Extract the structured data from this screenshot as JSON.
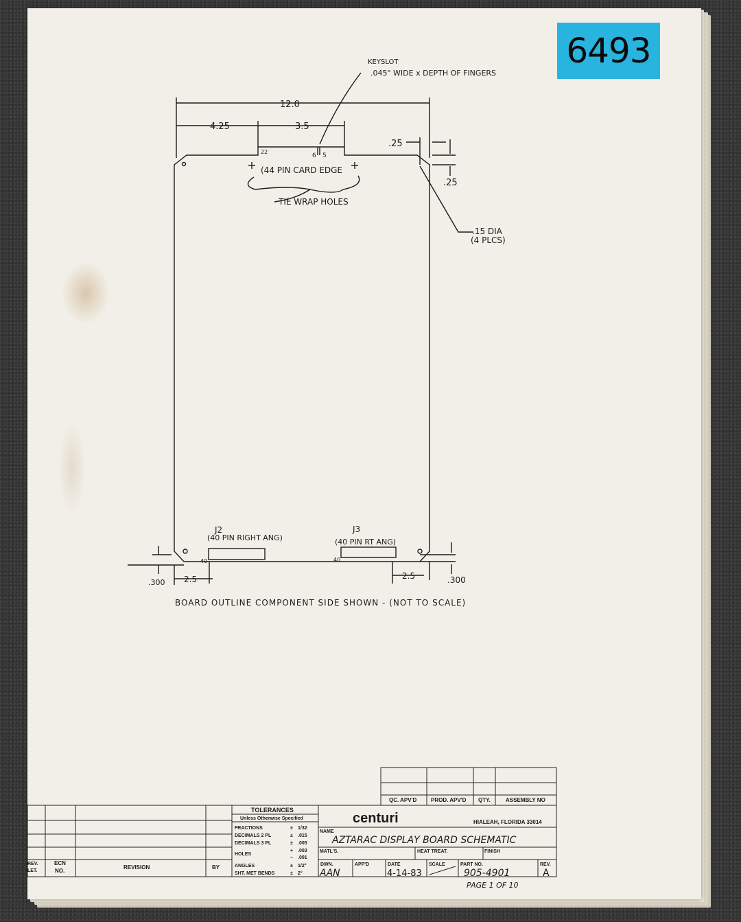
{
  "sticker": {
    "number": "6493"
  },
  "drawing": {
    "keyslot_line1": "KEYSLOT",
    "keyslot_line2": ".045\" WIDE x DEPTH OF FINGERS",
    "dim_overall": "12.0",
    "dim_left": "4.25",
    "dim_slot": "3.5",
    "dim_corner_h": ".25",
    "dim_corner_v": ".25",
    "pin_22": "22",
    "pin_6": "6",
    "pin_5": "5",
    "card_edge": "(44 PIN CARD EDGE",
    "tie_wrap": "TIE WRAP HOLES",
    "hole_dia_1": ".15 DIA",
    "hole_dia_2": "(4 PLCS)",
    "j2_name": "J2",
    "j2_desc": "(40 PIN RIGHT ANG)",
    "j3_name": "J3",
    "j3_desc": "(40 PIN RT ANG)",
    "pin_40_left": "40",
    "pin_40_right": "40",
    "dim_bottom_left_v": ".300",
    "dim_bottom_left_h": "2.5",
    "dim_bottom_right_h": "2.5",
    "dim_bottom_right_v": ".300",
    "caption": "BOARD OUTLINE COMPONENT SIDE SHOWN - (NOT TO SCALE)"
  },
  "title_block": {
    "qc_apvd": "QC. APV'D",
    "prod_apvd": "PROD. APV'D",
    "qty": "QTY.",
    "assembly_no": "ASSEMBLY NO",
    "tolerances": "TOLERANCES",
    "unless": "Unless Otherwise Specified",
    "tol_rows": [
      {
        "label": "FRACTIONS",
        "sign": "±",
        "value": "1/32"
      },
      {
        "label": "DECIMALS 2 PL",
        "sign": "±",
        "value": ".015"
      },
      {
        "label": "DECIMALS 3 PL",
        "sign": "±",
        "value": ".005"
      },
      {
        "label": "HOLES",
        "sign": "+",
        "value": ".003"
      },
      {
        "label": "",
        "sign": "–",
        "value": ".001"
      },
      {
        "label": "ANGLES",
        "sign": "±",
        "value": "1/2°"
      },
      {
        "label": "SHT. MET BENDS",
        "sign": "±",
        "value": "2°"
      }
    ],
    "company": "centuri",
    "location": "HIALEAH, FLORIDA 33014",
    "name_label": "NAME",
    "name_value": "AZTARAC DISPLAY BOARD SCHEMATIC",
    "matls": "MATL'S.",
    "heat_treat": "HEAT TREAT.",
    "finish": "FINISH",
    "dwn_label": "DWN.",
    "dwn_value": "AAN",
    "appd_label": "APP'D",
    "date_label": "DATE",
    "date_value": "4-14-83",
    "scale_label": "SCALE",
    "part_no_label": "PART NO.",
    "part_no_value": "905-4901",
    "rev_label": "REV.",
    "rev_value": "A",
    "page": "PAGE 1 OF 10",
    "rev_ltr": [
      "REV.",
      "LET."
    ],
    "ecn": [
      "ECN",
      "NO."
    ],
    "revision": "REVISION",
    "by": "BY"
  }
}
